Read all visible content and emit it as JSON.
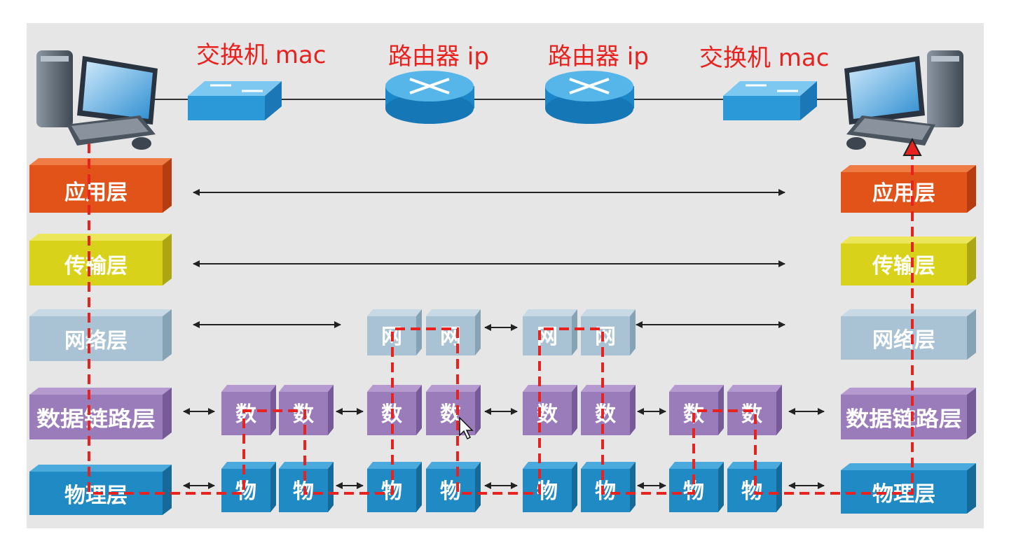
{
  "top_labels": {
    "switch_left": "交换机 mac",
    "router_left": "路由器 ip",
    "router_right": "路由器 ip",
    "switch_right": "交换机 mac"
  },
  "layers_left": {
    "application": "应用层",
    "transport": "传输层",
    "network": "网络层",
    "datalink": "数据链路层",
    "physical": "物理层"
  },
  "layers_right": {
    "application": "应用层",
    "transport": "传输层",
    "network": "网络层",
    "datalink": "数据链路层",
    "physical": "物理层"
  },
  "block_labels": {
    "network": "网",
    "datalink": "数",
    "physical": "物"
  },
  "colors": {
    "application": "#e2531a",
    "transport": "#d8d21a",
    "network": "#a9c3d4",
    "datalink": "#9a7cba",
    "physical": "#1f8ac4",
    "path": "#e8231f",
    "panel": "#e6e6e6"
  },
  "icons": [
    "computer-left-icon",
    "switch-left-icon",
    "router-left-icon",
    "router-right-icon",
    "switch-right-icon",
    "computer-right-icon",
    "mouse-cursor-icon"
  ]
}
